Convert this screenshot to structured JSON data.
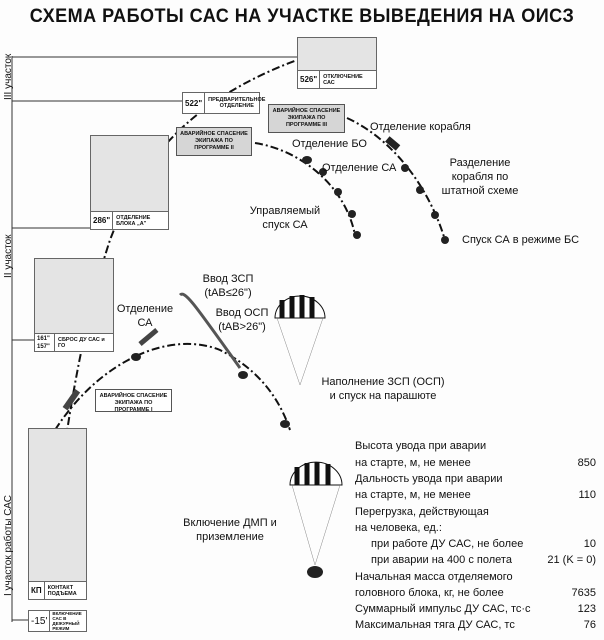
{
  "title": "СХЕМА РАБОТЫ САС НА УЧАСТКЕ ВЫВЕДЕНИЯ НА ОИСЗ",
  "sections": {
    "s3": "III участок",
    "s2": "II участок",
    "s1": "I участок работы САС"
  },
  "events": {
    "e526": {
      "time": "526\"",
      "label": "ОТКЛЮЧЕНИЕ САС"
    },
    "e522": {
      "time": "522\"",
      "label": "ПРЕДВАРИТЕЛЬНОЕ ОТДЕЛЕНИЕ"
    },
    "e286": {
      "time": "286\"",
      "label": "ОТДЕЛЕНИЕ БЛОКА „А\""
    },
    "e161": {
      "time": "161\" 157\"",
      "label": "СБРОС ДУ САС и ГО"
    },
    "ekp": {
      "time": "КП",
      "label": "КОНТАКТ ПОДЪЕМА"
    },
    "e15": {
      "time": "-15'",
      "label": "ВКЛЮЧЕНИЕ САС В ДЕЖУРНЫЙ РЕЖИМ"
    }
  },
  "programs": {
    "p1": "АВАРИЙНОЕ СПАСЕНИЕ ЭКИПАЖА ПО ПРОГРАММЕ I",
    "p2": "АВАРИЙНОЕ СПАСЕНИЕ ЭКИПАЖА ПО ПРОГРАММЕ II",
    "p3": "АВАРИЙНОЕ СПАСЕНИЕ ЭКИПАЖА ПО ПРОГРАММЕ III"
  },
  "labels": {
    "ship_sep": "Отделение корабля",
    "bo_sep": "Отделение БО",
    "sa_sep": "Отделение СА",
    "nominal_sep": "Разделение корабля по штатной схеме",
    "guided": "Управляемый спуск СА",
    "ballistic": "Спуск СА в режиме БС",
    "zsp": "Ввод ЗСП (tАВ≤26\")",
    "osp": "Ввод ОСП (tАВ>26\")",
    "sa_sep2": "Отделение СА",
    "chute": "Наполнение ЗСП (ОСП) и спуск на парашюте",
    "landing": "Включение ДМП и приземление"
  },
  "specs": [
    {
      "label": "Высота увода при аварии",
      "value": ""
    },
    {
      "label": "на старте, м, не менее",
      "value": "850"
    },
    {
      "label": "Дальность увода при аварии",
      "value": ""
    },
    {
      "label": "на старте, м, не менее",
      "value": "110"
    },
    {
      "label": "Перегрузка, действующая",
      "value": ""
    },
    {
      "label": "на человека, ед.:",
      "value": ""
    },
    {
      "label": "при работе ДУ САС, не более",
      "value": "10"
    },
    {
      "label": "при аварии на 400 с полета",
      "value": "21 (K = 0)"
    },
    {
      "label": "Начальная масса отделяемого",
      "value": ""
    },
    {
      "label": "головного блока, кг, не более",
      "value": "7635"
    },
    {
      "label": "Суммарный импульс ДУ САС, тс·с",
      "value": "123"
    },
    {
      "label": "Максимальная тяга ДУ САС, тс",
      "value": "76"
    }
  ]
}
